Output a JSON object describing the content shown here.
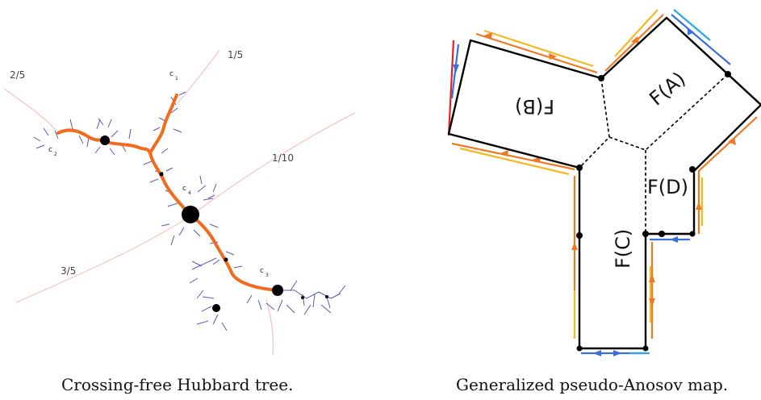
{
  "left": {
    "caption": "Crossing-free Hubbard tree.",
    "angle_labels": {
      "a1": "2/5",
      "a2": "1/5",
      "a3": "1/10",
      "a4": "3/5"
    },
    "points": {
      "c1": {
        "name": "c",
        "sub": "1"
      },
      "c2": {
        "name": "c",
        "sub": "2"
      },
      "c3": {
        "name": "c",
        "sub": "3"
      },
      "c4": {
        "name": "c",
        "sub": "4"
      }
    },
    "colors": {
      "tree": "#f26a1b",
      "rays": "#f5c6c6",
      "julia": "#5a5ab0",
      "nodes": "#000000"
    }
  },
  "right": {
    "caption": "Generalized pseudo-Anosov map.",
    "regions": {
      "A": "F(A)",
      "B": "F(B)",
      "C": "F(C)",
      "D": "F(D)"
    },
    "colors": {
      "outline": "#000000",
      "red": "#e8202a",
      "orange": "#f07a22",
      "yellow": "#f5b820",
      "blue": "#3a6fd8",
      "cyan": "#2aa7e8"
    }
  }
}
